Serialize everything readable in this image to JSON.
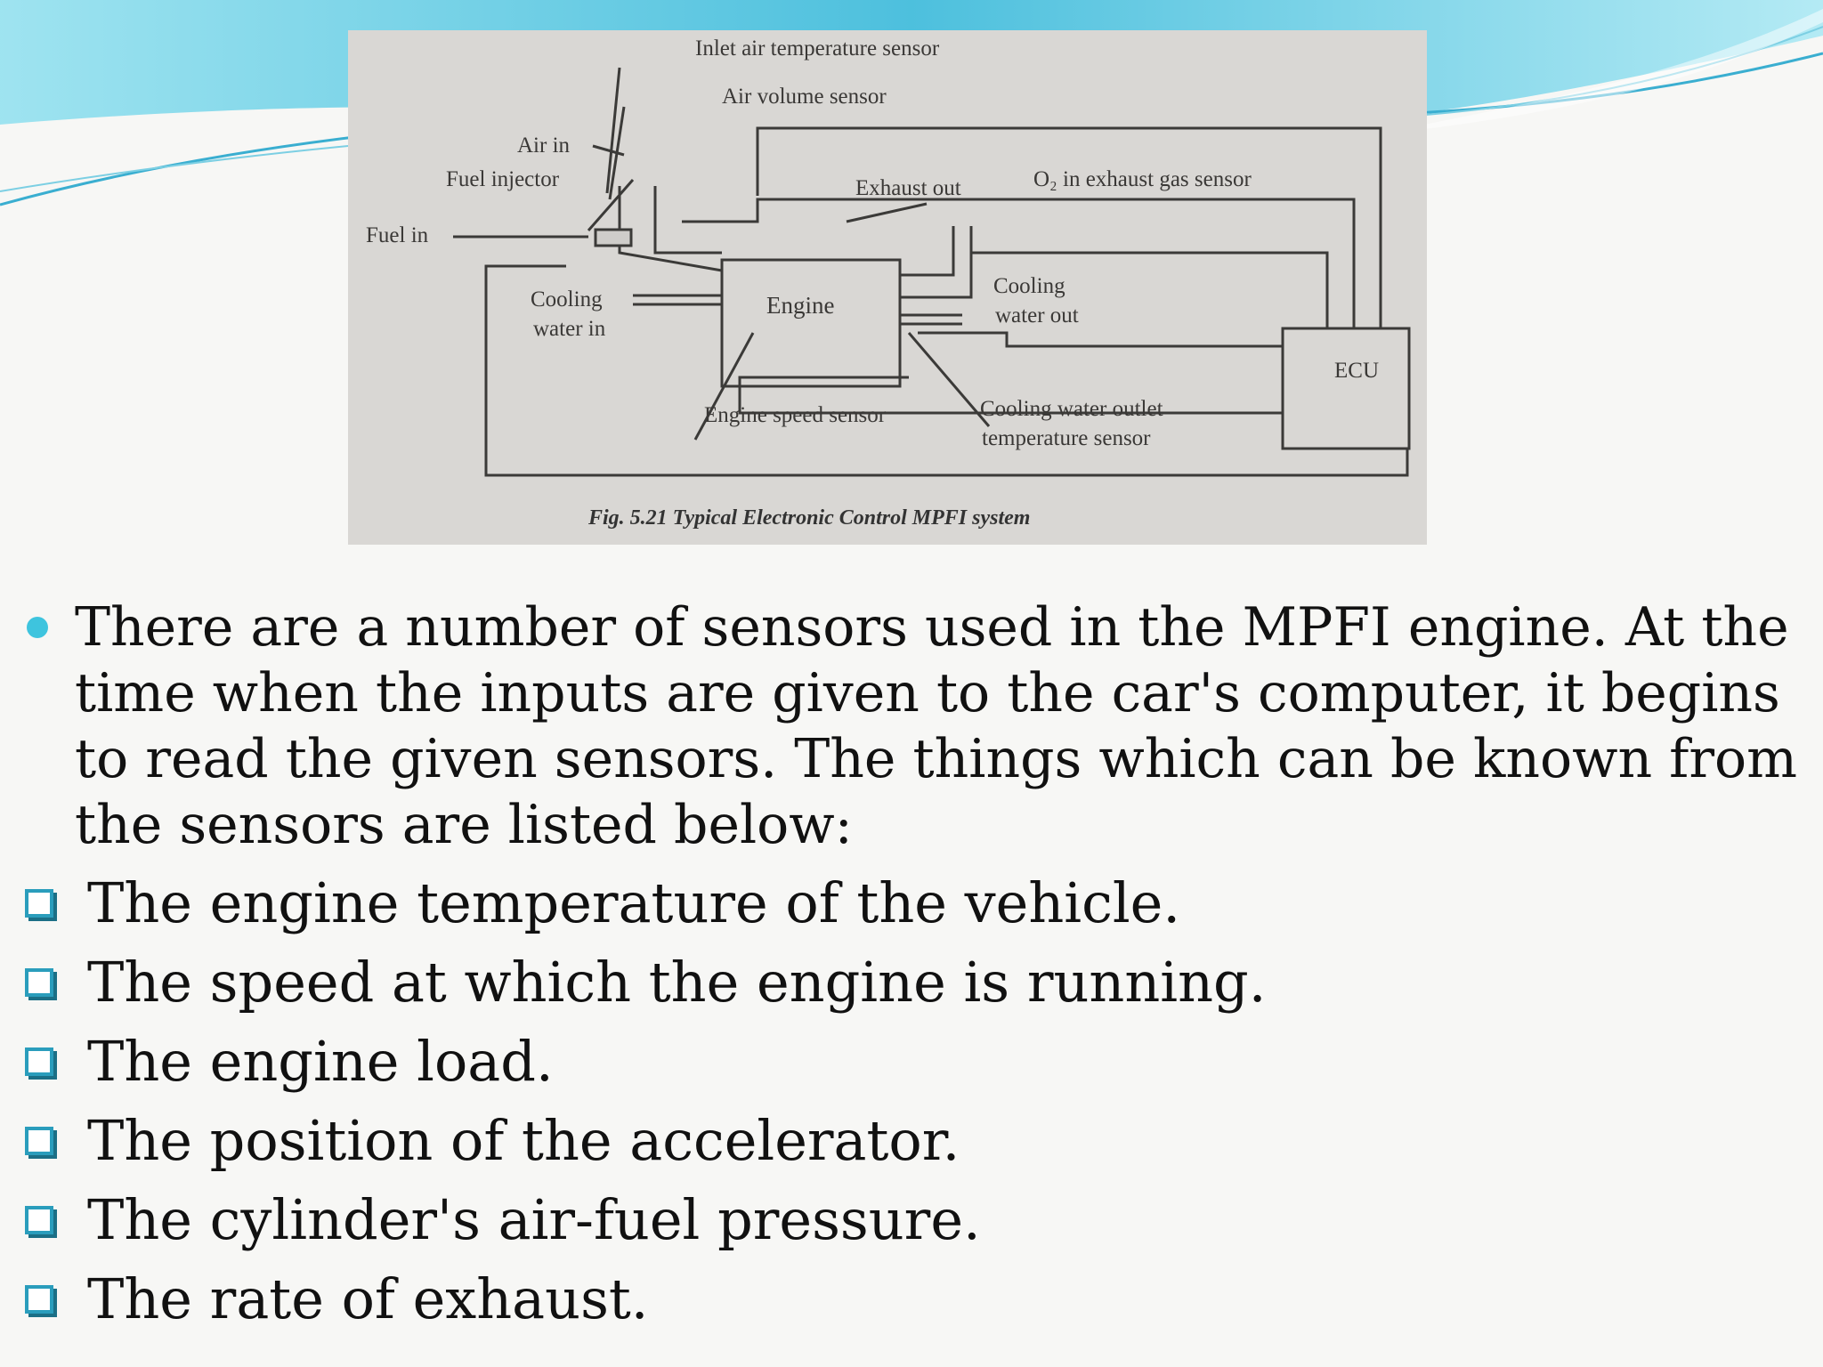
{
  "figure": {
    "labels": {
      "inlet_air_temp_sensor": "Inlet air temperature sensor",
      "air_volume_sensor": "Air volume sensor",
      "air_in": "Air in",
      "fuel_injector": "Fuel injector",
      "fuel_in": "Fuel in",
      "exhaust_out": "Exhaust out",
      "o2_sensor": "O₂ in exhaust gas sensor",
      "cooling_water_in_1": "Cooling",
      "cooling_water_in_2": "water in",
      "engine": "Engine",
      "cooling_water_out_1": "Cooling",
      "cooling_water_out_2": "water out",
      "ecu": "ECU",
      "engine_speed_sensor": "Engine speed sensor",
      "cooling_outlet_sensor_1": "Cooling water outlet",
      "cooling_outlet_sensor_2": "temperature sensor"
    },
    "caption": "Fig. 5.21 Typical Electronic Control MPFI system"
  },
  "intro_text": "There are a number of sensors used in the MPFI engine. At the time when the inputs are given to the car's computer, it begins to read the given sensors. The things which can be known from the sensors are listed below:",
  "list_items": [
    "The engine temperature of the vehicle.",
    "The speed at which the engine is running.",
    "The engine load.",
    "The position of the accelerator.",
    "The cylinder's air-fuel pressure.",
    "The rate of exhaust."
  ],
  "colors": {
    "accent": "#3ec4de",
    "checkbox_border": "#2a9dbc"
  }
}
